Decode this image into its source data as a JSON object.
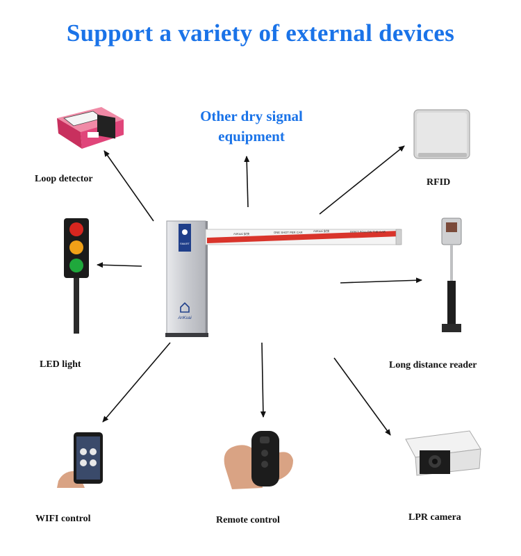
{
  "title": "Support a variety of external devices",
  "center_device": {
    "brand": "AnKuai",
    "brand_cn": "安快",
    "boom_text": [
      "AnKuai 安快",
      "ONE SHOT PER CAR",
      "AnKuai 安快",
      "DON'T FOLLOW THE CAR"
    ]
  },
  "devices": {
    "other": {
      "label_line1": "Other dry signal",
      "label_line2": "equipment"
    },
    "loop_detector": {
      "label": "Loop detector"
    },
    "rfid": {
      "label": "RFID"
    },
    "led_light": {
      "label": "LED light"
    },
    "long_distance_reader": {
      "label": "Long distance reader"
    },
    "wifi_control": {
      "label": "WIFI control"
    },
    "remote_control": {
      "label": "Remote control"
    },
    "lpr_camera": {
      "label": "LPR camera"
    }
  },
  "colors": {
    "accent": "#1a73e8",
    "boom_red": "#d9342b",
    "arrow": "#111111"
  }
}
